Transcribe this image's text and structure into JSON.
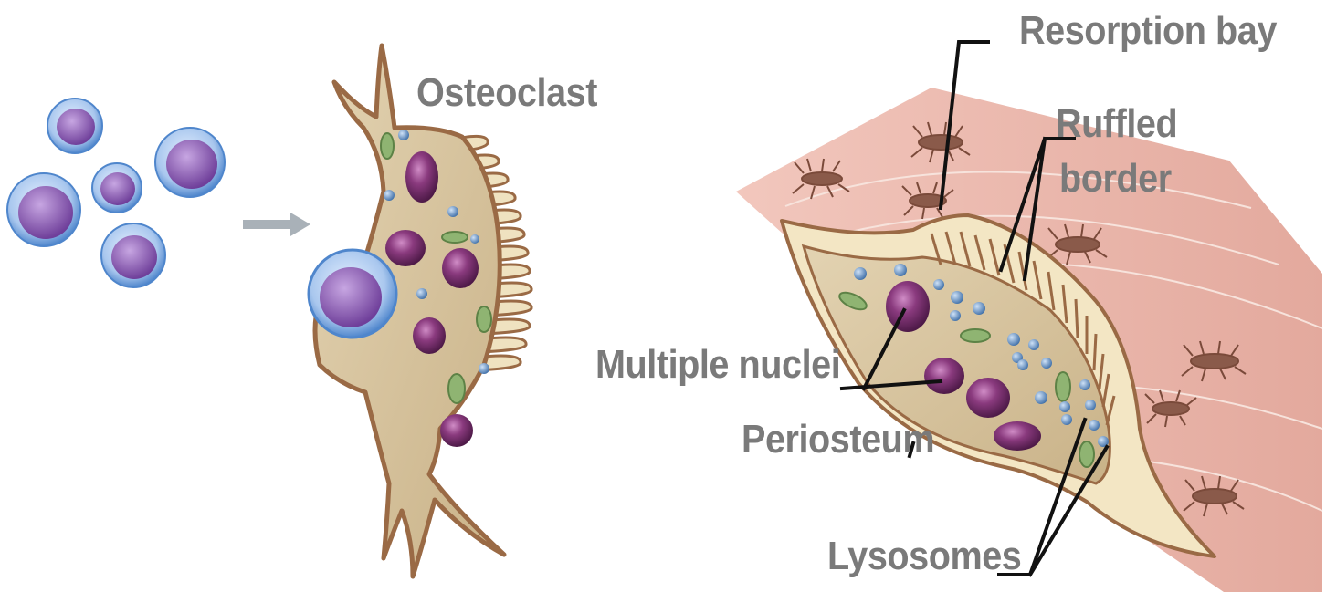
{
  "labels": {
    "osteoclast": "Osteoclast",
    "resorption_bay": "Resorption bay",
    "ruffled_border_line1": "Ruffled",
    "ruffled_border_line2": "border",
    "multiple_nuclei": "Multiple nuclei",
    "periosteum": "Periosteum",
    "lysosomes": "Lysosomes"
  },
  "colors": {
    "label_text": "#7a7a7a",
    "leader_line": "#111111",
    "arrow": "#a9b1b8",
    "cell_fill": "#d8c6a2",
    "cell_outline": "#9a6a45",
    "nucleus": "#7a2f6e",
    "lysosome": "#5a86b8",
    "mitochondria": "#6e9a5a",
    "bone_tissue": "#e9b4aa",
    "bone_cell": "#8a5a4a",
    "ruffled_border": "#f3e6c4",
    "precursor_membrane": "#5b8fd0",
    "precursor_nucleus": "#8b63b5"
  }
}
